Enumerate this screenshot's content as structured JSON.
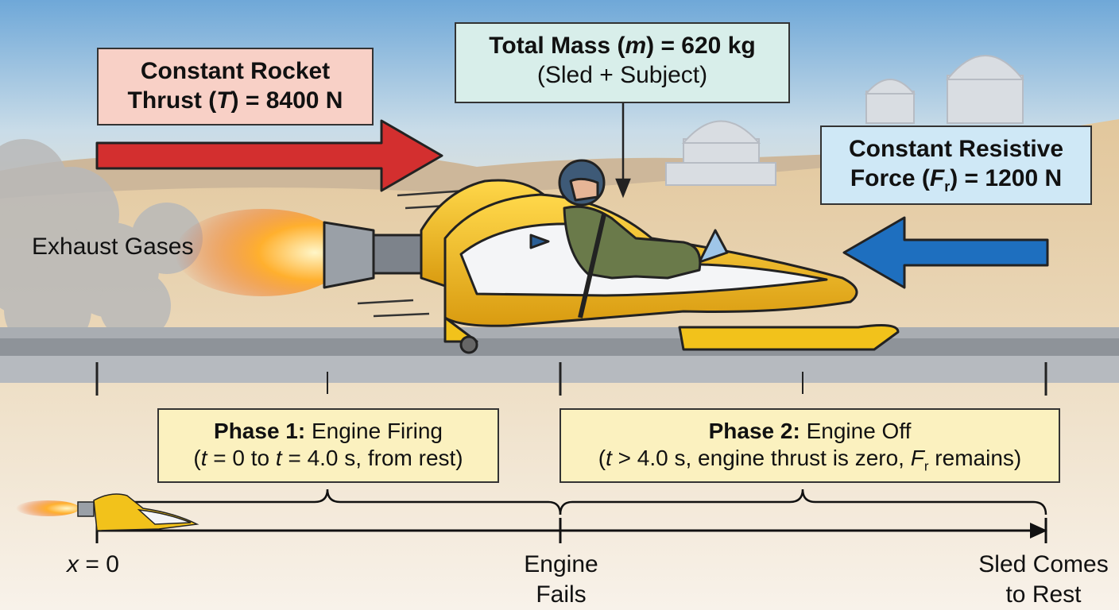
{
  "thrust": {
    "line1": "Constant Rocket",
    "line2_pre": "Thrust (",
    "line2_var": "T",
    "line2_post": ") = 8400 N"
  },
  "mass": {
    "line1_pre": "Total Mass (",
    "line1_var": "m",
    "line1_post": ") = 620 kg",
    "line2": "(Sled + Subject)"
  },
  "resistive": {
    "line1": "Constant Resistive",
    "line2_pre": "Force (",
    "line2_var": "F",
    "line2_sub": "r",
    "line2_post": ") = 1200 N"
  },
  "exhaust": {
    "label": "Exhaust Gases"
  },
  "phase1": {
    "title": "Phase 1:",
    "name": " Engine Firing",
    "detail_pre": "(",
    "t1": "t",
    "mid1": " = 0 to ",
    "t2": "t",
    "mid2": " = 4.0 s, from rest)"
  },
  "phase2": {
    "title": "Phase 2:",
    "name": " Engine Off",
    "detail_pre": "(",
    "t1": "t",
    "mid1": " > 4.0 s, engine thrust is zero, ",
    "f": "F",
    "f_sub": "r",
    "detail_post": " remains)"
  },
  "axis": {
    "start_var": "x",
    "start_post": " = 0",
    "fail_line1": "Engine",
    "fail_line2": "Fails",
    "rest_line1": "Sled Comes",
    "rest_line2": "to Rest"
  },
  "colors": {
    "thrust_arrow": "#d32f2f",
    "resist_arrow": "#1e6fbf",
    "sled_body": "#f2c21b",
    "phase_fill": "#fbf1bf"
  }
}
